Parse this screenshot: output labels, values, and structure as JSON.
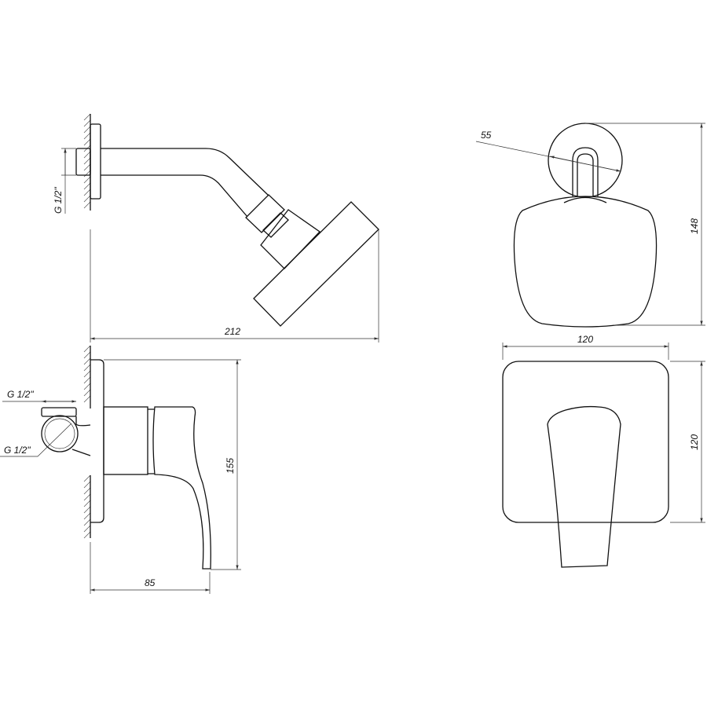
{
  "drawing": {
    "shower_arm_side": {
      "thread_label": "G 1/2\"",
      "length_dim": "212"
    },
    "shower_head_front": {
      "flange_dim": "55",
      "height_dim": "148"
    },
    "mixer_side": {
      "outlet_thread_label": "G 1/2\"",
      "inlet_thread_label": "G 1/2\"",
      "height_dim": "155",
      "depth_dim": "85"
    },
    "mixer_front": {
      "width_dim": "120",
      "height_dim": "120"
    }
  }
}
